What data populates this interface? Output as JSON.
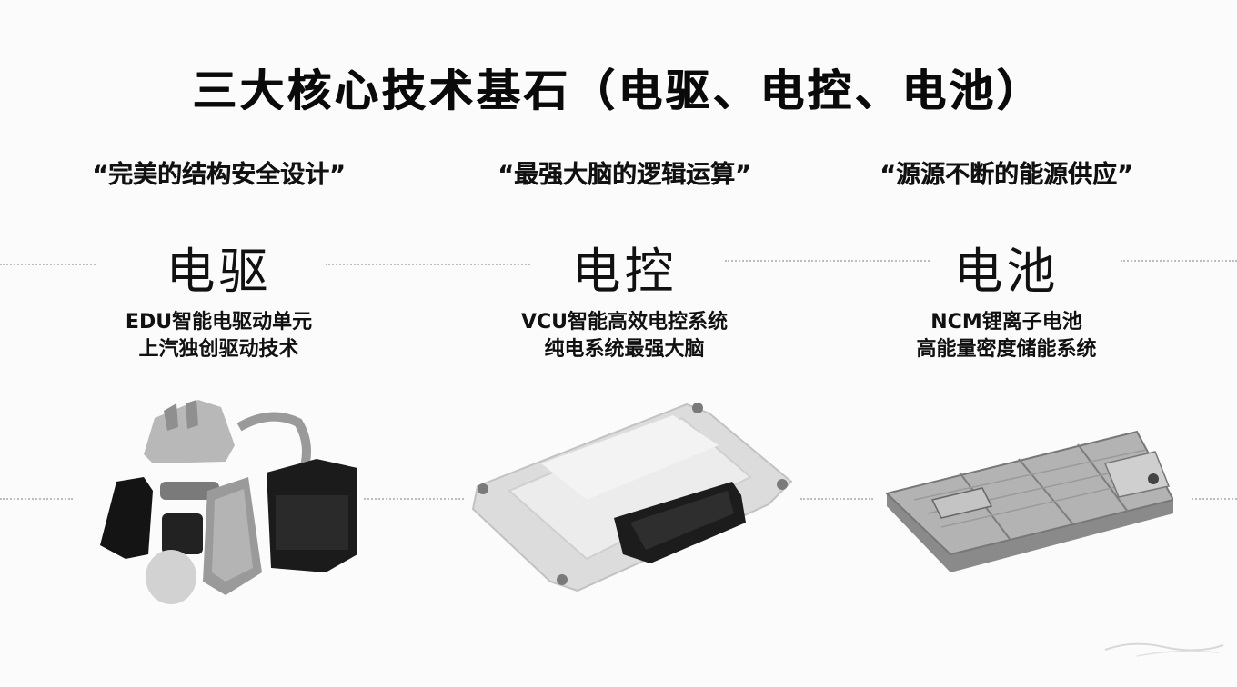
{
  "slide": {
    "title": "三大核心技术基石（电驱、电控、电池）",
    "columns": [
      {
        "tagline": "“完美的结构安全设计”",
        "category": "电驱",
        "desc_line1": "EDU智能电驱动单元",
        "desc_line2": "上汽独创驱动技术",
        "image": "electric-drive-unit-exploded-view"
      },
      {
        "tagline": "“最强大脑的逻辑运算”",
        "category": "电控",
        "desc_line1": "VCU智能高效电控系统",
        "desc_line2": "纯电系统最强大脑",
        "image": "vehicle-control-unit-module"
      },
      {
        "tagline": "“源源不断的能源供应”",
        "category": "电池",
        "desc_line1": "NCM锂离子电池",
        "desc_line2": "高能量密度储能系统",
        "image": "battery-pack"
      }
    ]
  },
  "colors": {
    "background": "#fbfbfb",
    "text": "#111111",
    "divider": "#bdbdbd"
  }
}
